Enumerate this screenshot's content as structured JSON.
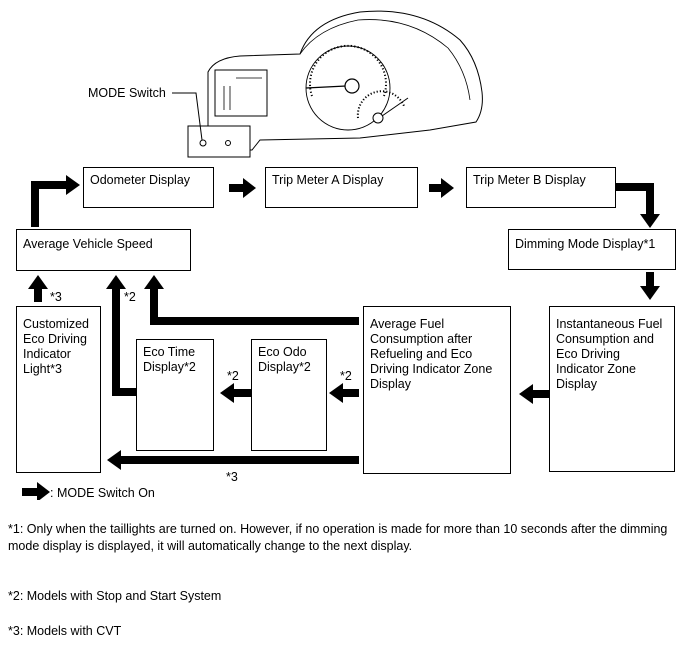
{
  "mode_switch_label": "MODE Switch",
  "boxes": {
    "odometer": "Odometer Display",
    "trip_a": "Trip Meter A Display",
    "trip_b": "Trip Meter B Display",
    "dimming": "Dimming Mode Display*1",
    "avg_speed": "Average Vehicle Speed",
    "instant": "Instantaneous Fuel Consumption and Eco Driving Indicator Zone Display",
    "avg_fuel": "Average Fuel Consumption after Refueling and Eco Driving Indicator Zone Display",
    "eco_odo": "Eco Odo Display*2",
    "eco_time": "Eco Time Display*2",
    "custom_eco": "Customized Eco Driving Indicator Light*3"
  },
  "arrow_labels": {
    "to_avg_speed_left": "*3",
    "to_avg_speed_mid": "*2",
    "to_eco_odo": "*2",
    "to_eco_time": "*2",
    "bottom": "*3"
  },
  "legend": ": MODE Switch On",
  "notes": [
    "*1: Only when the taillights are turned on. However, if no operation is made for more than 10 seconds after the dimming mode display is displayed, it will automatically change to the next display.",
    "*2: Models with Stop and Start System",
    "*3: Models with CVT"
  ]
}
